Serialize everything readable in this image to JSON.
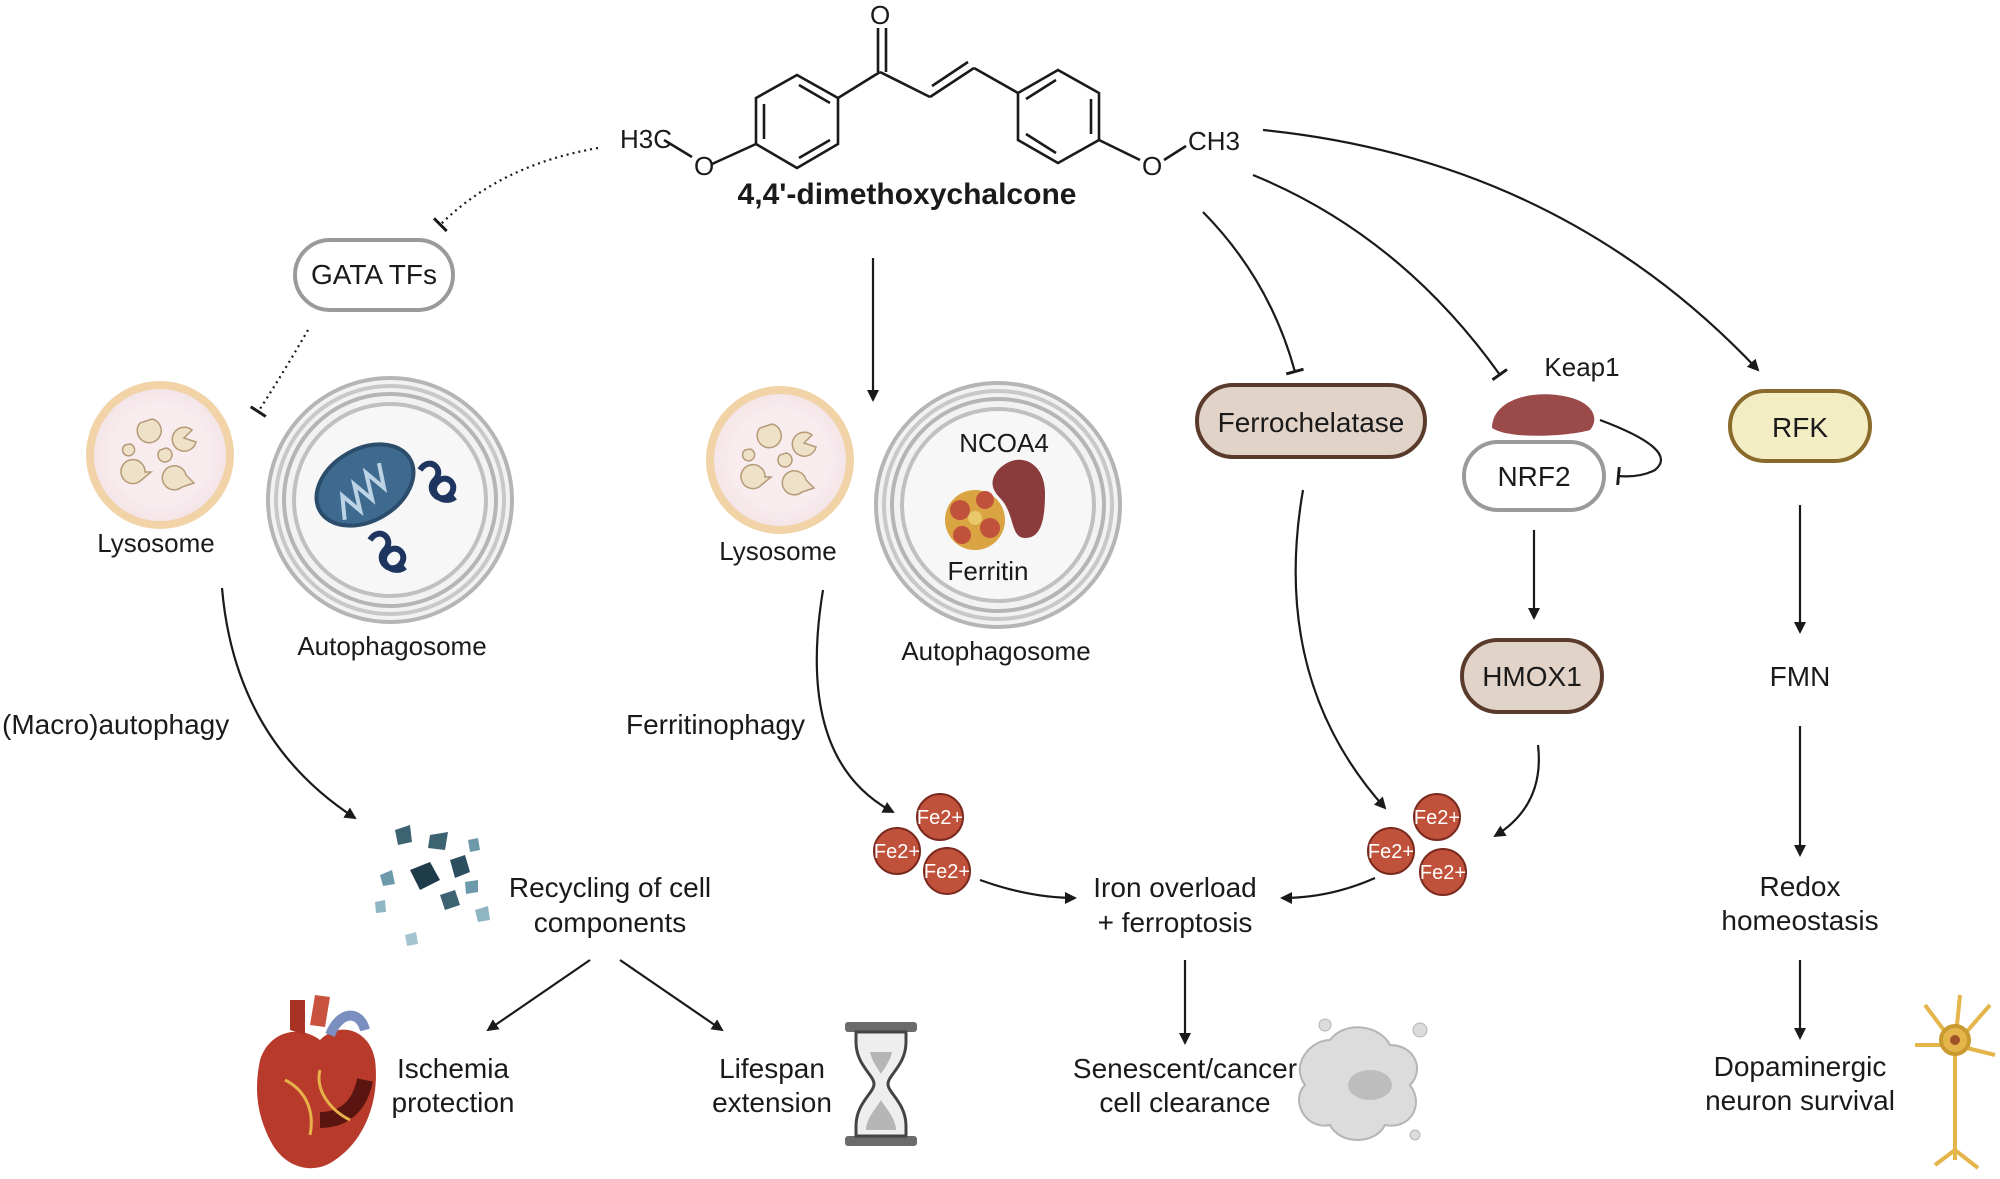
{
  "compound": {
    "name": "4,4'-dimethoxychalcone",
    "oxygen": "O",
    "left_methyl": "H3C",
    "right_methyl": "CH3"
  },
  "nodes": {
    "gata": "GATA TFs",
    "ferrochelatase": "Ferrochelatase",
    "keap1": "Keap1",
    "nrf2": "NRF2",
    "hmox1": "HMOX1",
    "rfk": "RFK",
    "fmn": "FMN",
    "ncoa4": "NCOA4",
    "ferritin": "Ferritin",
    "lysosome_left": "Lysosome",
    "lysosome_mid": "Lysosome",
    "autophagosome_left": "Autophagosome",
    "autophagosome_mid": "Autophagosome"
  },
  "processes": {
    "macroautophagy": "(Macro)autophagy",
    "ferritinophagy": "Ferritinophagy",
    "recycling_1": "Recycling of cell",
    "recycling_2": "components",
    "iron_1": "Iron overload",
    "iron_2": "+ ferroptosis",
    "redox_1": "Redox",
    "redox_2": "homeostasis"
  },
  "outcomes": {
    "ischemia_1": "Ischemia",
    "ischemia_2": "protection",
    "lifespan_1": "Lifespan",
    "lifespan_2": "extension",
    "senescent_1": "Senescent/cancer",
    "senescent_2": "cell clearance",
    "dopa_1": "Dopaminergic",
    "dopa_2": "neuron survival"
  },
  "iron_ion": "Fe2+",
  "colors": {
    "gata_border": "#9a9a9a",
    "ferrochelatase_fill": "#e2d3c9",
    "ferrochelatase_border": "#5a3b2b",
    "hmox1_fill": "#e2d3c9",
    "rfk_fill": "#f3edc3",
    "rfk_border": "#8a6a2a",
    "keap1": "#9b4a4a",
    "fe": "#c0513a",
    "lysosome": "#f2d3a8",
    "autophagosome": "#b5b5b5"
  }
}
